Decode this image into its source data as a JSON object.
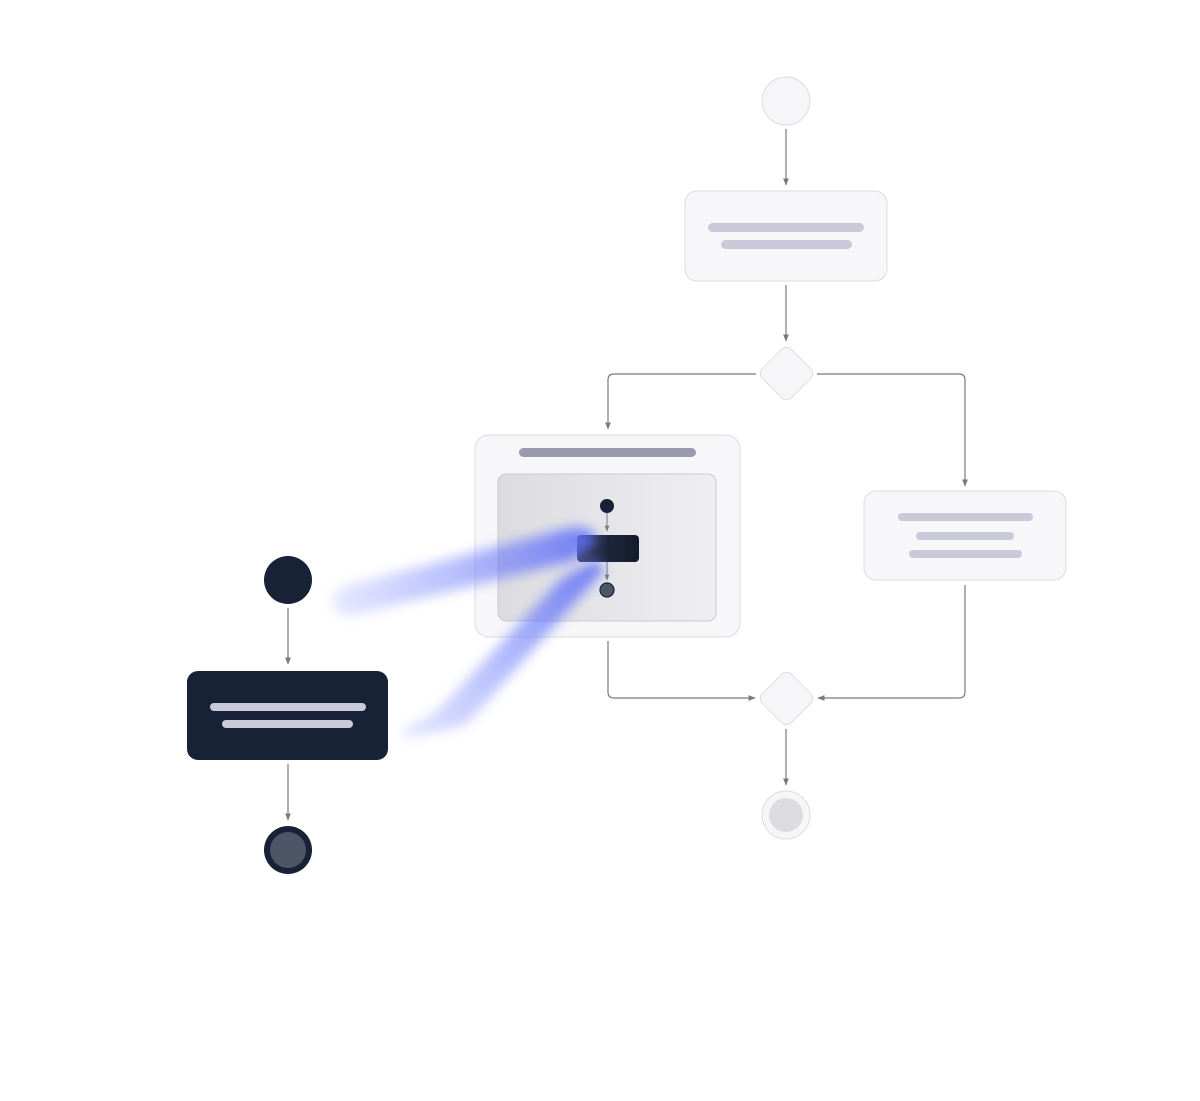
{
  "diagram": {
    "kind": "activity-flow",
    "colors": {
      "background": "#ffffff",
      "node_fill": "#f6f6f8",
      "node_stroke": "#dcdce2",
      "placeholder_line": "#c9c9da",
      "title_line": "#9a9aaf",
      "edge": "#7a7a80",
      "dark_node": "#182236",
      "end_inner": "#4e5566",
      "accent_beam": "#5b6cf6"
    },
    "main_flow": {
      "nodes": [
        {
          "id": "start",
          "type": "start-circle"
        },
        {
          "id": "action-1",
          "type": "action",
          "placeholder_lines": 2
        },
        {
          "id": "decision-split",
          "type": "decision"
        },
        {
          "id": "composite-state",
          "type": "composite",
          "placeholder_lines": 1,
          "inner_flow": [
            "start-dot",
            "action",
            "end-dot"
          ]
        },
        {
          "id": "action-2",
          "type": "action",
          "placeholder_lines": 3
        },
        {
          "id": "decision-merge",
          "type": "merge"
        },
        {
          "id": "end",
          "type": "end-circle"
        }
      ],
      "edges": [
        [
          "start",
          "action-1"
        ],
        [
          "action-1",
          "decision-split"
        ],
        [
          "decision-split",
          "composite-state"
        ],
        [
          "decision-split",
          "action-2"
        ],
        [
          "composite-state",
          "decision-merge"
        ],
        [
          "action-2",
          "decision-merge"
        ],
        [
          "decision-merge",
          "end"
        ]
      ]
    },
    "zoomed_flow": {
      "nodes": [
        {
          "id": "zoom-start",
          "type": "start-circle"
        },
        {
          "id": "zoom-action",
          "type": "action",
          "placeholder_lines": 2
        },
        {
          "id": "zoom-end",
          "type": "end-circle"
        }
      ],
      "edges": [
        [
          "zoom-start",
          "zoom-action"
        ],
        [
          "zoom-action",
          "zoom-end"
        ]
      ]
    }
  }
}
